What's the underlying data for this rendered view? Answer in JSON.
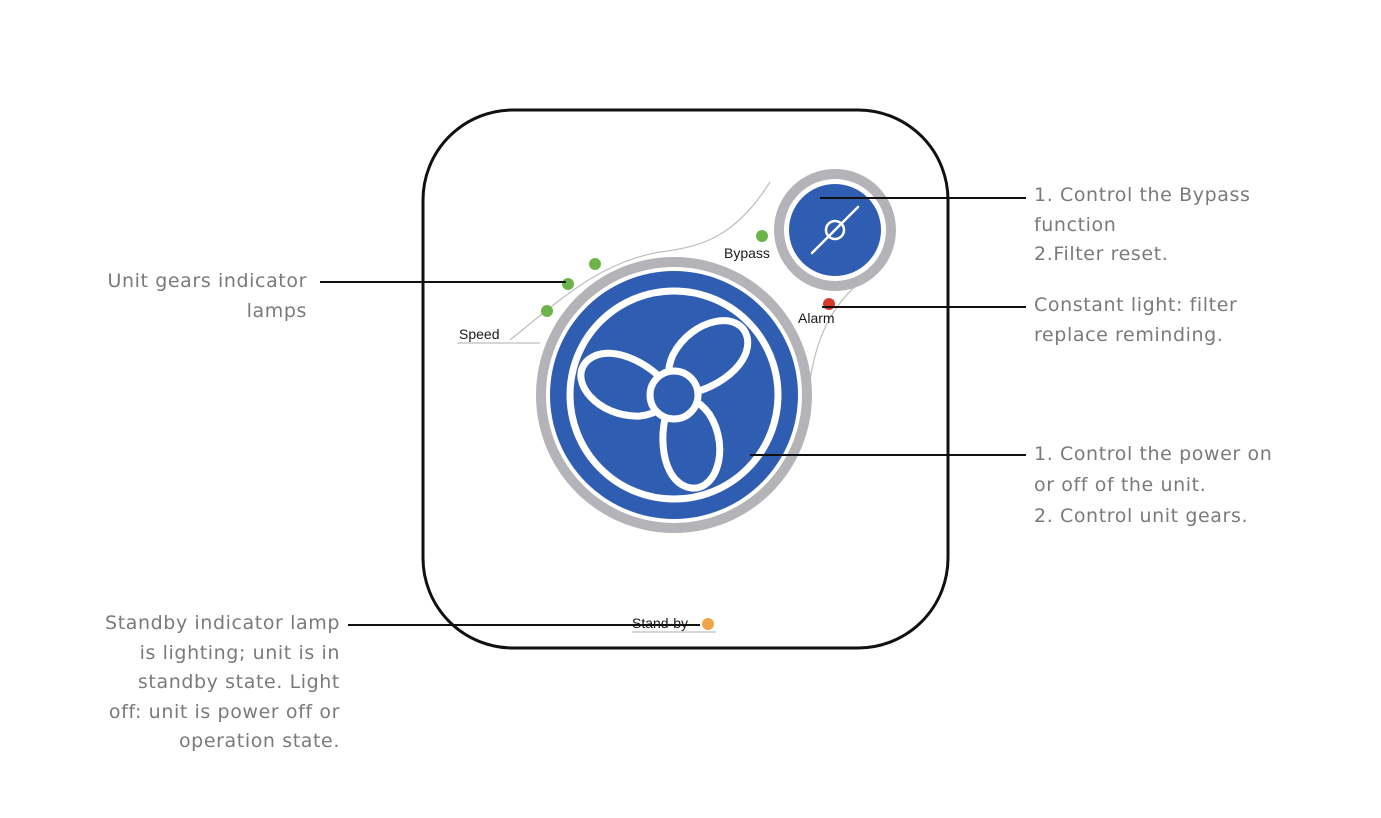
{
  "panel": {
    "labels": {
      "speed": "Speed",
      "bypass": "Bypass",
      "alarm": "Alarm",
      "standby": "Stand-by"
    },
    "colors": {
      "button_blue": "#2f5db1",
      "ring_gray": "#b4b4b8",
      "lamp_green": "#6cb44a",
      "lamp_red": "#d83a2e",
      "lamp_orange": "#f2a44b"
    }
  },
  "callouts": {
    "bypass_button": {
      "lines": [
        "1. Control the Bypass",
        "function",
        "2.Filter reset."
      ]
    },
    "alarm_lamp": {
      "lines": [
        "Constant light: filter",
        "replace reminding."
      ]
    },
    "power_button": {
      "lines": [
        "1. Control the power on",
        "or off of the unit.",
        "2. Control unit gears."
      ]
    },
    "gear_lamps": {
      "lines": [
        "Unit gears indicator",
        "lamps"
      ]
    },
    "standby_lamp": {
      "lines": [
        "Standby indicator lamp",
        "is lighting; unit is in",
        "standby state.  Light",
        "off: unit is power off or",
        "operation state."
      ]
    }
  }
}
